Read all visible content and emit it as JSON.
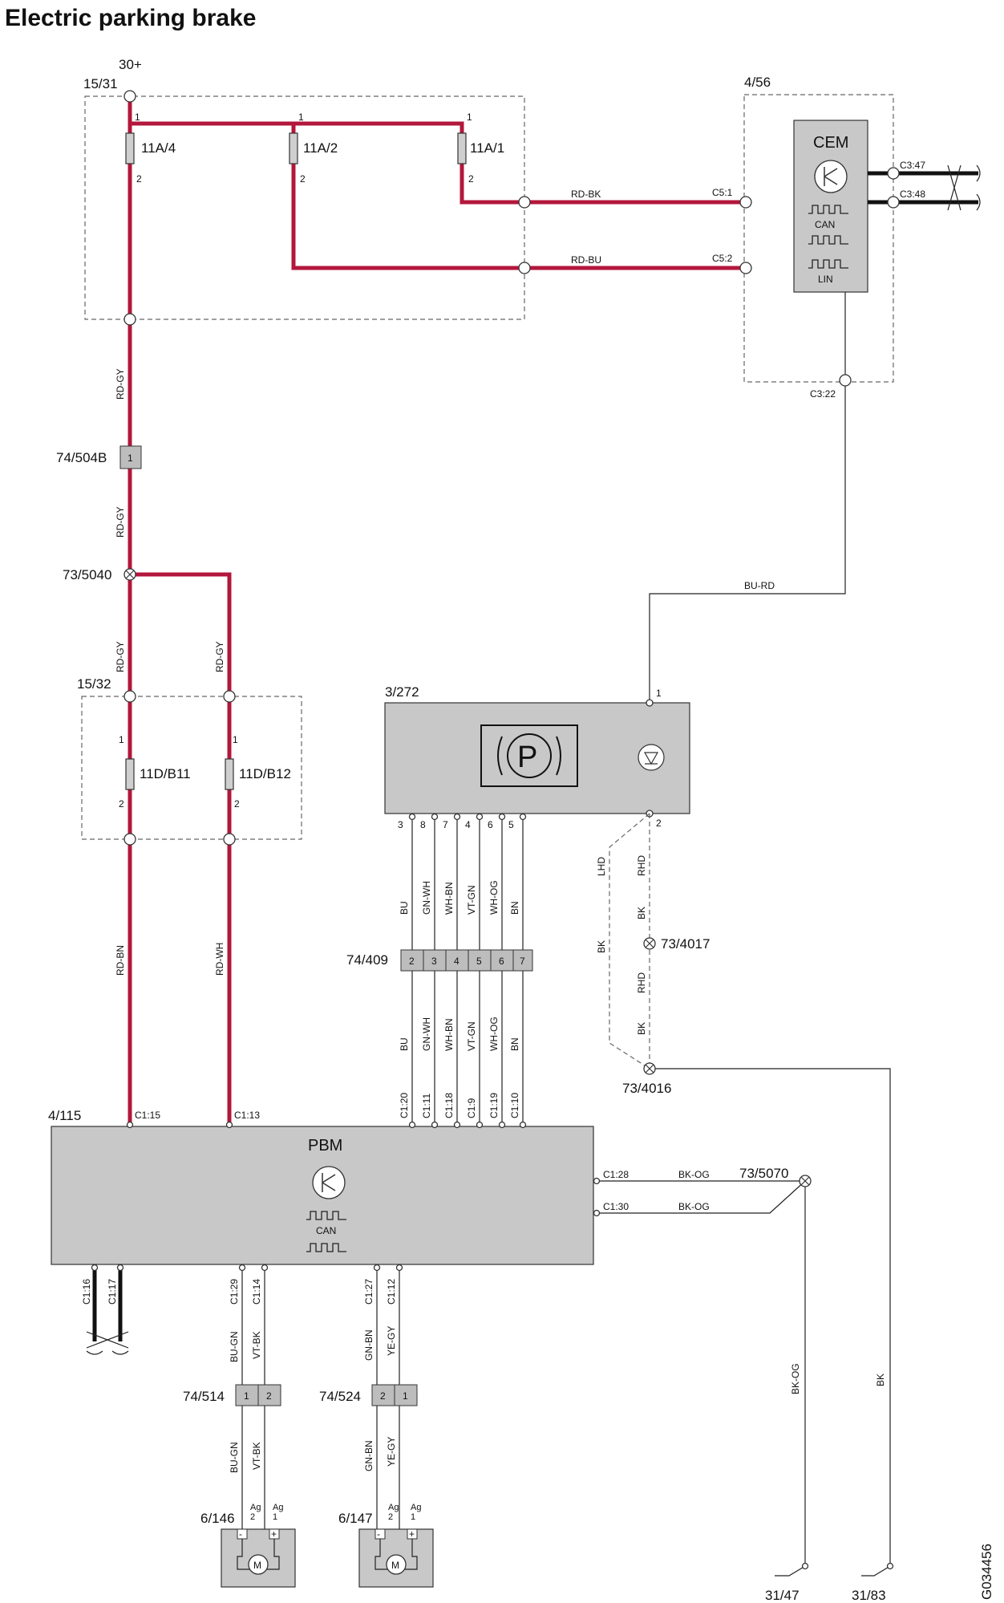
{
  "title": "Electric parking brake",
  "drawing_id": "G034456",
  "components": {
    "supply": "30+",
    "fusebox_upper": "15/31",
    "fusebox_lower": "15/32",
    "cem_block": "4/56",
    "cem": "CEM",
    "cem_can": "CAN",
    "cem_lin": "LIN",
    "switch": "3/272",
    "pbm_block": "4/115",
    "pbm": "PBM",
    "pbm_can": "CAN",
    "motor_left": "6/146",
    "motor_right": "6/147",
    "ground_1": "31/47",
    "ground_2": "31/83"
  },
  "fuses": [
    "11A/4",
    "11A/2",
    "11A/1",
    "11D/B11",
    "11D/B12"
  ],
  "connectors": {
    "c504b": "74/504B",
    "c504b_pin": "1",
    "c409": "74/409",
    "c409_pins": [
      "2",
      "3",
      "4",
      "5",
      "6",
      "7"
    ],
    "c514": "74/514",
    "c514_pins": [
      "1",
      "2"
    ],
    "c524": "74/524",
    "c524_pins": [
      "2",
      "1"
    ]
  },
  "splices": [
    "73/5040",
    "73/4017",
    "73/4016",
    "73/5070"
  ],
  "pins": {
    "cem_c5_1": "C5:1",
    "cem_c5_2": "C5:2",
    "cem_c3_47": "C3:47",
    "cem_c3_48": "C3:48",
    "cem_c3_22": "C3:22",
    "pbm_top": [
      "C1:15",
      "C1:13",
      "C1:20",
      "C1:11",
      "C1:18",
      "C1:9",
      "C1:19",
      "C1:10"
    ],
    "pbm_right": [
      "C1:28",
      "C1:30"
    ],
    "pbm_bottom": [
      "C1:16",
      "C1:17",
      "C1:29",
      "C1:14",
      "C1:27",
      "C1:12"
    ],
    "switch_top_pin": "1",
    "switch_bottom_pin": "2",
    "switch_pins": [
      "3",
      "8",
      "7",
      "4",
      "6",
      "5"
    ],
    "fuse_pin_1": "1",
    "fuse_pin_2": "2",
    "motor_left_pins": [
      "2",
      "1"
    ],
    "motor_right_pins": [
      "2",
      "1"
    ],
    "motor_pin_label": "Ag",
    "motor_minus": "-",
    "motor_plus": "+",
    "motor_symbol": "M"
  },
  "wire_colors": {
    "rd_bk": "RD-BK",
    "rd_bu": "RD-BU",
    "rd_gy": "RD-GY",
    "rd_bn": "RD-BN",
    "rd_wh": "RD-WH",
    "bu_rd": "BU-RD",
    "switch_wires": [
      "BU",
      "GN-WH",
      "WH-BN",
      "VT-GN",
      "WH-OG",
      "BN"
    ],
    "lhd": "LHD",
    "rhd": "RHD",
    "bk": "BK",
    "bk_og": "BK-OG",
    "bu_gn": "BU-GN",
    "vt_bk": "VT-BK",
    "gn_bn": "GN-BN",
    "ye_gy": "YE-GY"
  },
  "colors": {
    "power_wire": "#b3173c",
    "component_fill": "#c8c8c8",
    "signal_wire": "#222222"
  }
}
